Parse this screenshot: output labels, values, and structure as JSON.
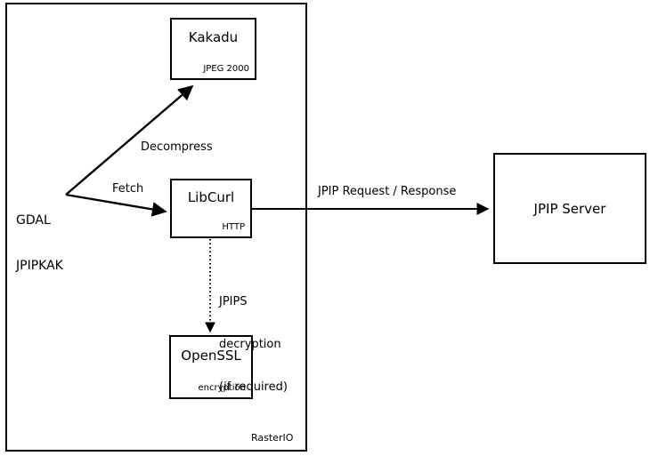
{
  "diagram": {
    "container": {
      "label": "RasterIO"
    },
    "source": {
      "line1": "GDAL",
      "line2": "JPIPKAK"
    },
    "nodes": [
      {
        "id": "kakadu",
        "title": "Kakadu",
        "subtitle": "JPEG 2000"
      },
      {
        "id": "libcurl",
        "title": "LibCurl",
        "subtitle": "HTTP"
      },
      {
        "id": "openssl",
        "title": "OpenSSL",
        "subtitle": "encryption"
      },
      {
        "id": "jpip-server",
        "title": "JPIP Server",
        "subtitle": ""
      }
    ],
    "edges": [
      {
        "id": "decompress",
        "label": "Decompress",
        "style": "solid"
      },
      {
        "id": "fetch",
        "label": "Fetch",
        "style": "solid"
      },
      {
        "id": "jpip-request",
        "label": "JPIP Request / Response",
        "style": "solid"
      },
      {
        "id": "jpips",
        "label_line1": "JPIPS",
        "label_line2": "decryption",
        "label_line3": "(if required)",
        "style": "dotted"
      }
    ],
    "colors": {
      "stroke": "#000000",
      "fill": "#ffffff",
      "text": "#000000"
    }
  }
}
